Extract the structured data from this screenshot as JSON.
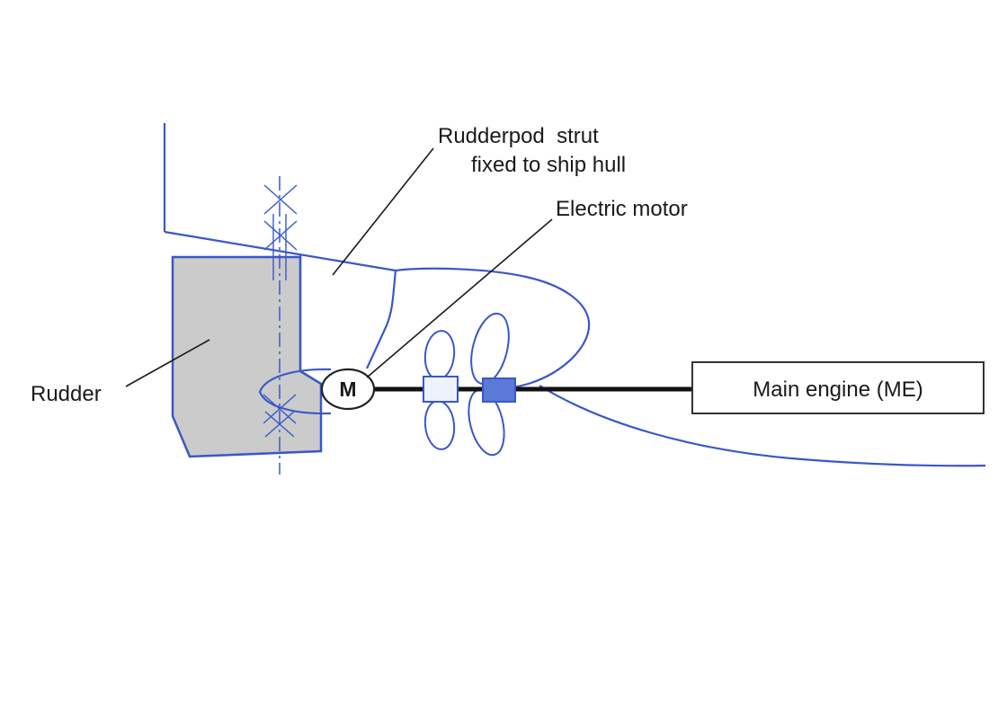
{
  "diagram": {
    "labels": {
      "rudderpod_strut_line1": "Rudderpod  strut",
      "rudderpod_strut_line2": "fixed to ship hull",
      "electric_motor": "Electric motor",
      "rudder": "Rudder",
      "main_engine": "Main engine (ME)",
      "motor_symbol": "M"
    },
    "colors": {
      "line_blue": "#3a57c8",
      "rudder_fill": "#cbcbcb",
      "propeller_hub_fill": "#5b79d6",
      "shaft_black": "#111111",
      "text_color": "#1a1a1a",
      "background": "#ffffff"
    }
  }
}
